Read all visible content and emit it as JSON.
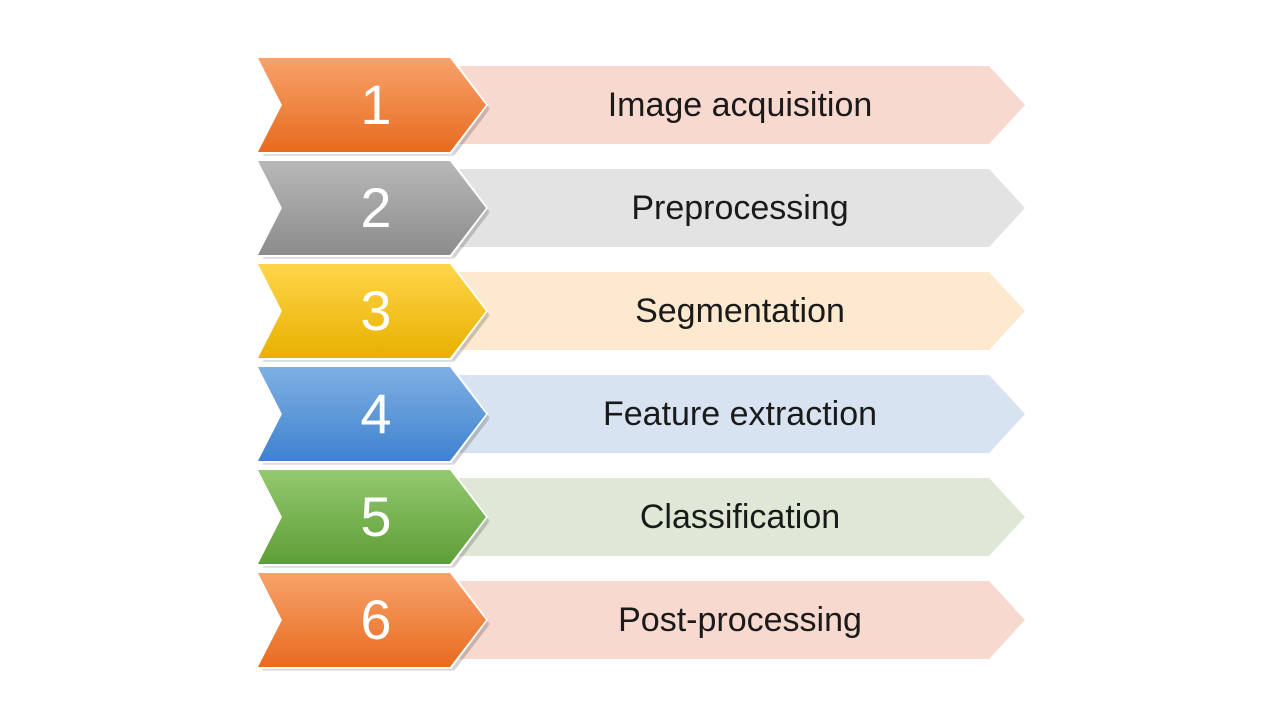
{
  "steps": [
    {
      "number": "1",
      "label": "Image acquisition",
      "color_top": "#f7a26b",
      "color_bottom": "#e86b1f",
      "band_color": "#f8d9cf"
    },
    {
      "number": "2",
      "label": "Preprocessing",
      "color_top": "#b8b8b8",
      "color_bottom": "#8c8c8c",
      "band_color": "#e3e3e3"
    },
    {
      "number": "3",
      "label": "Segmentation",
      "color_top": "#ffd54a",
      "color_bottom": "#e8b100",
      "band_color": "#fde8d0"
    },
    {
      "number": "4",
      "label": "Feature extraction",
      "color_top": "#7fb0e3",
      "color_bottom": "#3f82cf",
      "band_color": "#d7e3f1"
    },
    {
      "number": "5",
      "label": "Classification",
      "color_top": "#93c96f",
      "color_bottom": "#5e9e36",
      "band_color": "#dfe8d6"
    },
    {
      "number": "6",
      "label": "Post-processing",
      "color_top": "#f7a26b",
      "color_bottom": "#e86b1f",
      "band_color": "#f8d9cf"
    }
  ]
}
